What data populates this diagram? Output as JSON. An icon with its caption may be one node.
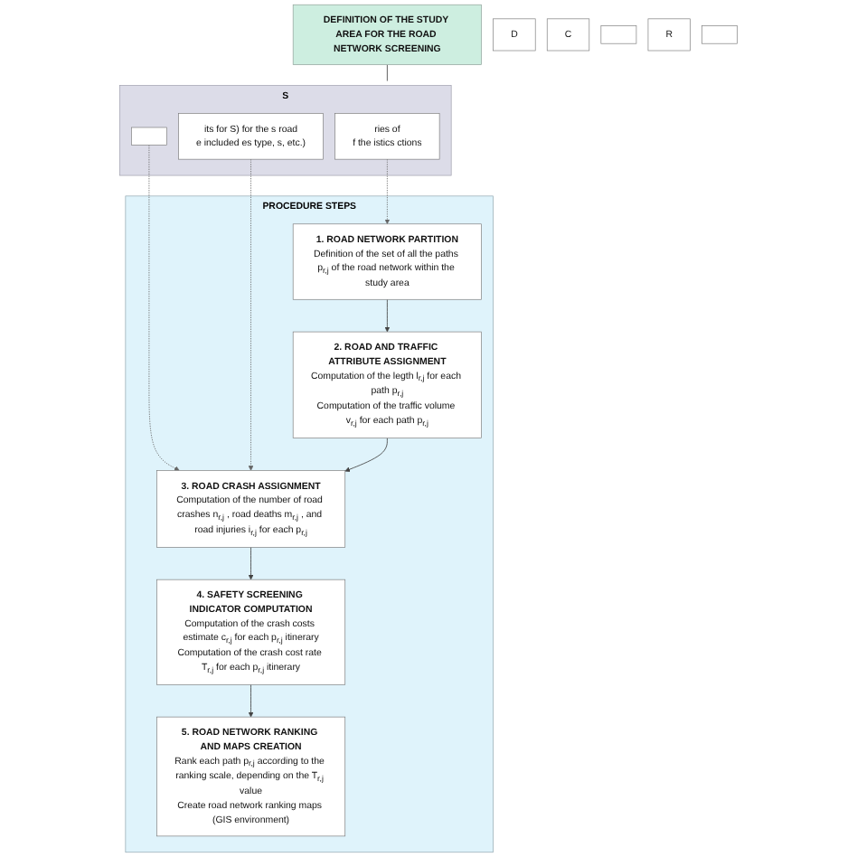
{
  "diagram": {
    "nodes": [
      {
        "text": [
          "DEFINITION OF THE STUDY AREA FOR THE ROAD NETWORK SCREENING"
        ]
      },
      {
        "text": [
          "S"
        ]
      },
      {
        "text": [
          "ries of",
          "f the istics ctions"
        ],
        "in": 1
      },
      {
        "text": [],
        "shape": "box",
        "in": 1
      },
      {
        "text": [
          "its for S) for the s road",
          "e included es type, s, etc.)"
        ],
        "in": 1
      },
      {
        "text": [
          "PROCEDURE STEPS"
        ]
      },
      {
        "text": [
          "1. ROAD NETWORK PARTITION",
          "Definition of the set of all the paths p$_{r,j}$ of the road network within the study area"
        ],
        "in": 5
      },
      {
        "text": [
          "2. ROAD AND TRAFFIC ATTRIBUTE ASSIGNMENT",
          "Computation of the legth l$_{r,j}$ for each path p$_{r,j}$",
          "Computation of the traffic volume v$_{r,j}$ for each path p$_{r,j}$"
        ],
        "in": 5
      },
      {
        "text": [
          "3. ROAD CRASH ASSIGNMENT",
          "Computation of the number of road crashes n$_{r,j}$ , road deaths m$_{r,j}$ , and road injuries i$_{r,j}$ for each p$_{r,j}$"
        ],
        "in": 5
      },
      {
        "text": [
          "4. SAFETY SCREENING INDICATOR COMPUTATION",
          "Computation of the crash costs estimate c$_{r,j}$ for each p$_{r,j}$ itinerary",
          "Computation of the crash cost rate T$_{r,j}$ for each p$_{r,j}$ itinerary"
        ],
        "in": 5
      },
      {
        "text": [
          "5. ROAD NETWORK RANKING AND MAPS CREATION",
          "Rank each path p$_{r,j}$ according to the ranking scale, depending on the T$_{r,j}$ value",
          "Create road network ranking maps (GIS environment)"
        ],
        "in": 5
      },
      {
        "text": [
          "D"
        ]
      },
      {
        "text": [
          "C"
        ]
      },
      {
        "text": [],
        "shape": "box"
      },
      {
        "text": [
          "R"
        ]
      },
      {
        "text": [],
        "shape": "box"
      }
    ],
    "edges": [
      {
        "from": 0,
        "to": 1,
        "arrow": "none"
      },
      {
        "from": 2,
        "to": 6,
        "arrow": "to",
        "style": "dashed"
      },
      {
        "from": 3,
        "to": 8,
        "arrow": "to",
        "style": "dashed"
      },
      {
        "from": 4,
        "to": 8,
        "arrow": "to",
        "style": "dashed"
      },
      {
        "from": 6,
        "to": 7,
        "arrow": "to"
      },
      {
        "from": 7,
        "to": 8,
        "arrow": "to"
      },
      {
        "from": 8,
        "to": 9,
        "arrow": "to"
      },
      {
        "from": 9,
        "to": 10,
        "arrow": "to"
      }
    ]
  }
}
